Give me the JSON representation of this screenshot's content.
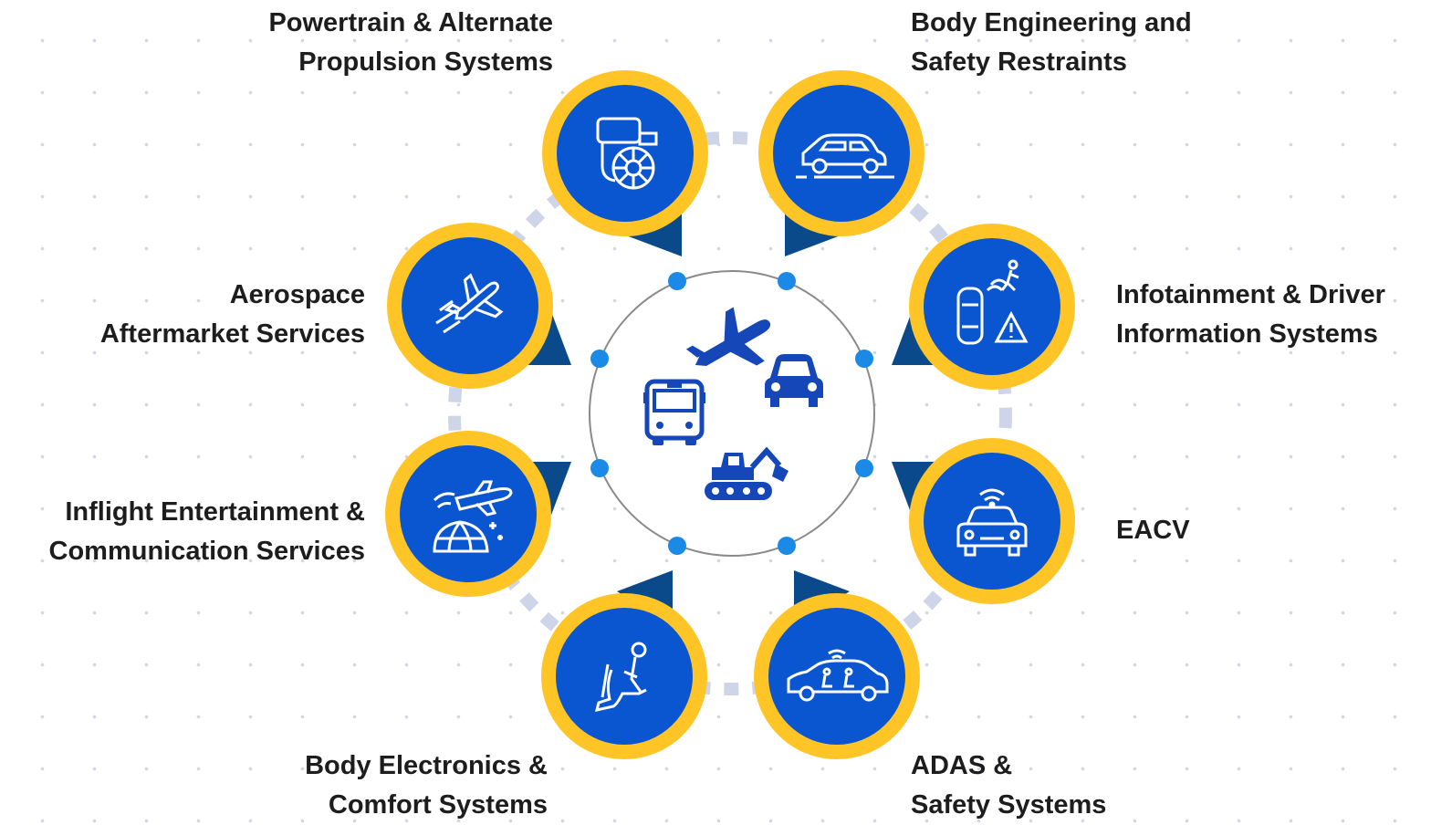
{
  "colors": {
    "circle_fill": "#0a56d0",
    "ring": "#ffc527",
    "pointer": "#0b4a8a",
    "connector": "#cfd5e8",
    "hub_node": "#1a8ae6",
    "hub_icon": "#1647b8"
  },
  "hub": {
    "icons": [
      "airplane-icon",
      "bus-icon",
      "car-icon",
      "excavator-icon"
    ]
  },
  "segments": [
    {
      "id": "powertrain",
      "icon": "turbocharger-engine-icon",
      "lines": [
        "Powertrain & Alternate",
        "Propulsion Systems"
      ]
    },
    {
      "id": "bodyeng",
      "icon": "car-on-road-icon",
      "lines": [
        "Body Engineering and",
        "Safety Restraints"
      ]
    },
    {
      "id": "infotain",
      "icon": "car-pedestrian-warning-icon",
      "lines": [
        "Infotainment & Driver",
        "Information Systems"
      ]
    },
    {
      "id": "eacv",
      "icon": "connected-car-icon",
      "lines": [
        "EACV"
      ]
    },
    {
      "id": "adas",
      "icon": "autonomous-car-occupants-icon",
      "lines": [
        "ADAS &",
        "Safety Systems"
      ]
    },
    {
      "id": "bodyelec",
      "icon": "seat-passenger-icon",
      "lines": [
        "Body Electronics &",
        "Comfort Systems"
      ]
    },
    {
      "id": "inflight",
      "icon": "plane-satellite-globe-icon",
      "lines": [
        "Inflight Entertainment &",
        "Communication Services"
      ]
    },
    {
      "id": "aerospace",
      "icon": "airplane-speed-icon",
      "lines": [
        "Aerospace",
        "Aftermarket Services"
      ]
    }
  ]
}
